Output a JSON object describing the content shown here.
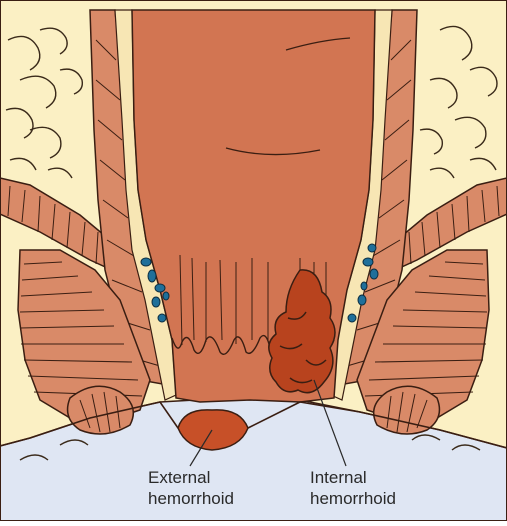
{
  "labels": {
    "external_line1": "External",
    "external_line2": "hemorrhoid",
    "internal_line1": "Internal",
    "internal_line2": "hemorrhoid"
  },
  "colors": {
    "background": "#dfe6f3",
    "fat": "#fbf0c4",
    "fat_lines": "#3a2a1a",
    "lining": "#f7e6b4",
    "muscle": "#d98a68",
    "muscle_dark": "#c06a4a",
    "rectum": "#d27552",
    "rectum_shade": "#c35f3e",
    "internal_hemorrhoid": "#b8431e",
    "external_hemorrhoid": "#c75028",
    "veins": "#1f6f9a",
    "outline": "#3a1e12"
  }
}
